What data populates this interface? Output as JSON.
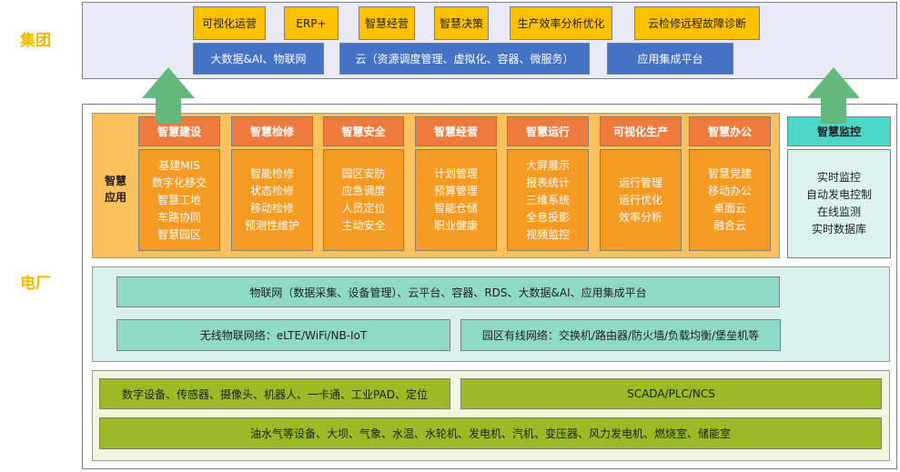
{
  "labels": {
    "group": "集团",
    "plant": "电厂",
    "smart_app": "智慧\n应用"
  },
  "group_top": [
    "可视化运营",
    "ERP+",
    "智慧经营",
    "智慧决策",
    "生产效率分析优化",
    "云检修远程故障诊断"
  ],
  "group_bottom": [
    "大数据&AI、物联网",
    "云（资源调度管理、虚拟化、容器、微服务）",
    "应用集成平台"
  ],
  "apps": [
    {
      "title": "智慧建设",
      "items": [
        "基建MIS",
        "数字化移交",
        "智慧工地",
        "车路协同",
        "智慧园区"
      ]
    },
    {
      "title": "智慧检修",
      "items": [
        "智能检修",
        "状态检修",
        "移动检修",
        "预测性维护"
      ]
    },
    {
      "title": "智慧安全",
      "items": [
        "园区安防",
        "应急调度",
        "人员定位",
        "主动安全"
      ]
    },
    {
      "title": "智慧经营",
      "items": [
        "计划管理",
        "预算管理",
        "智能仓储",
        "职业健康"
      ]
    },
    {
      "title": "智慧运行",
      "items": [
        "大屏展示",
        "报表统计",
        "三维系统",
        "全息投影",
        "视频监控"
      ]
    },
    {
      "title": "可视化生产",
      "items": [
        "运行管理",
        "运行优化",
        "效率分析"
      ]
    },
    {
      "title": "智慧办公",
      "items": [
        "智慧党建",
        "移动办公",
        "桌面云",
        "融合云"
      ]
    }
  ],
  "monitor": {
    "title": "智慧监控",
    "items": [
      "实时监控",
      "自动发电控制",
      "在线监测",
      "实时数据库"
    ]
  },
  "platform": {
    "iot": "物联网（数据采集、设备管理）、云平台、容器、RDS、大数据&AI、应用集成平台",
    "wireless": "无线物联网络：eLTE/WiFi/NB-IoT",
    "wired": "园区有线网络：交换机/路由器/防火墙/负载均衡/堡垒机等"
  },
  "devices": {
    "sensors": "数字设备、传感器、摄像头、机器人、一卡通、工业PAD、定位",
    "scada": "SCADA/PLC/NCS",
    "equipment": "油水气等设备、大坝、气象、水温、水轮机、发电机、汽机、变压器、风力发电机、燃烧室、储能室"
  },
  "colors": {
    "yellow": "#ffc000",
    "blue": "#4472c4",
    "orange_head": "#f07b3c",
    "orange_body": "#f59a22",
    "teal": "#4cd8c8",
    "mint": "#8fd9c8",
    "olive": "#9bbb26",
    "arrow": "#63b97c"
  }
}
